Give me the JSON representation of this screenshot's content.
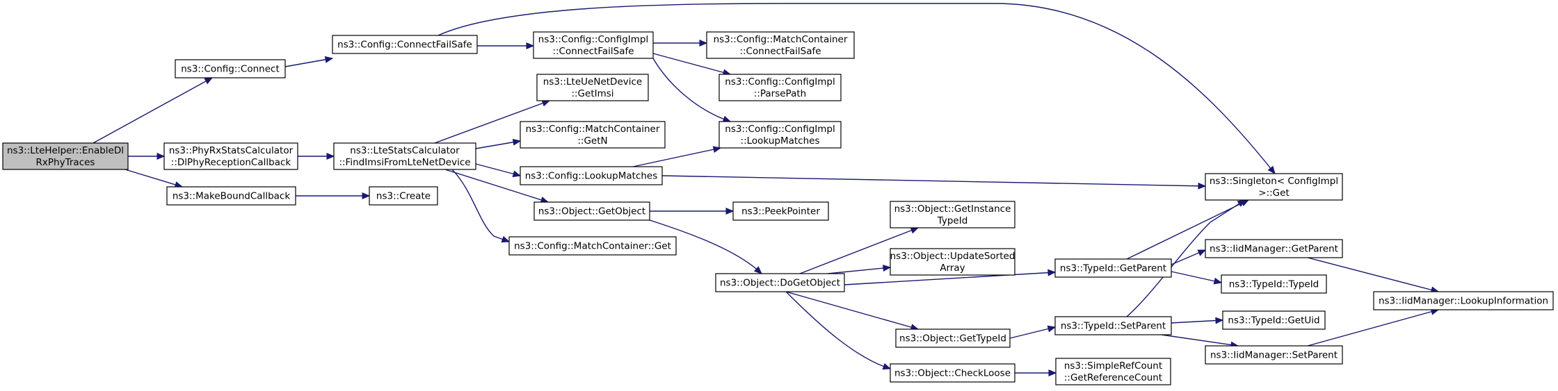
{
  "nodes": [
    {
      "id": "n0",
      "lines": [
        "ns3::LteHelper::EnableDl",
        "RxPhyTraces"
      ],
      "root": true
    },
    {
      "id": "n1",
      "lines": [
        "ns3::Config::Connect"
      ]
    },
    {
      "id": "n2",
      "lines": [
        "ns3::PhyRxStatsCalculator",
        "::DlPhyReceptionCallback"
      ]
    },
    {
      "id": "n3",
      "lines": [
        "ns3::MakeBoundCallback"
      ]
    },
    {
      "id": "n4",
      "lines": [
        "ns3::Config::ConnectFailSafe"
      ]
    },
    {
      "id": "n5",
      "lines": [
        "ns3::Config::ConfigImpl",
        "::ConnectFailSafe"
      ]
    },
    {
      "id": "n6",
      "lines": [
        "ns3::Config::MatchContainer",
        "::ConnectFailSafe"
      ]
    },
    {
      "id": "n7",
      "lines": [
        "ns3::Config::ConfigImpl",
        "::ParsePath"
      ]
    },
    {
      "id": "n8",
      "lines": [
        "ns3::Config::ConfigImpl",
        "::LookupMatches"
      ]
    },
    {
      "id": "n9",
      "lines": [
        "ns3::Singleton< ConfigImpl",
        " >::Get"
      ]
    },
    {
      "id": "n10",
      "lines": [
        "ns3::LteStatsCalculator",
        "::FindImsiFromLteNetDevice"
      ]
    },
    {
      "id": "n11",
      "lines": [
        "ns3::LteUeNetDevice",
        "::GetImsi"
      ]
    },
    {
      "id": "n12",
      "lines": [
        "ns3::Config::MatchContainer",
        "::GetN"
      ]
    },
    {
      "id": "n13",
      "lines": [
        "ns3::Config::LookupMatches"
      ]
    },
    {
      "id": "n14",
      "lines": [
        "ns3::Object::GetObject"
      ]
    },
    {
      "id": "n15",
      "lines": [
        "ns3::Config::MatchContainer::Get"
      ]
    },
    {
      "id": "n16",
      "lines": [
        "ns3::Create"
      ]
    },
    {
      "id": "n17",
      "lines": [
        "ns3::PeekPointer"
      ]
    },
    {
      "id": "n18",
      "lines": [
        "ns3::Object::DoGetObject"
      ]
    },
    {
      "id": "n19",
      "lines": [
        "ns3::Object::GetInstance",
        "TypeId"
      ]
    },
    {
      "id": "n20",
      "lines": [
        "ns3::Object::UpdateSorted",
        "Array"
      ]
    },
    {
      "id": "n21",
      "lines": [
        "ns3::Object::GetTypeId"
      ]
    },
    {
      "id": "n22",
      "lines": [
        "ns3::Object::CheckLoose"
      ]
    },
    {
      "id": "n23",
      "lines": [
        "ns3::TypeId::GetParent"
      ]
    },
    {
      "id": "n24",
      "lines": [
        "ns3::TypeId::SetParent"
      ]
    },
    {
      "id": "n25",
      "lines": [
        "ns3::SimpleRefCount",
        "::GetReferenceCount"
      ]
    },
    {
      "id": "n26",
      "lines": [
        "ns3::IidManager::GetParent"
      ]
    },
    {
      "id": "n27",
      "lines": [
        "ns3::TypeId::TypeId"
      ]
    },
    {
      "id": "n28",
      "lines": [
        "ns3::TypeId::GetUid"
      ]
    },
    {
      "id": "n29",
      "lines": [
        "ns3::IidManager::SetParent"
      ]
    },
    {
      "id": "n30",
      "lines": [
        "ns3::IidManager::LookupInformation"
      ]
    }
  ],
  "edges": [
    {
      "from": "n0",
      "to": "n1"
    },
    {
      "from": "n0",
      "to": "n2"
    },
    {
      "from": "n0",
      "to": "n3"
    },
    {
      "from": "n1",
      "to": "n4"
    },
    {
      "from": "n4",
      "to": "n5"
    },
    {
      "from": "n4",
      "to": "n9"
    },
    {
      "from": "n5",
      "to": "n6"
    },
    {
      "from": "n5",
      "to": "n7"
    },
    {
      "from": "n5",
      "to": "n8"
    },
    {
      "from": "n2",
      "to": "n10"
    },
    {
      "from": "n10",
      "to": "n11"
    },
    {
      "from": "n10",
      "to": "n12"
    },
    {
      "from": "n10",
      "to": "n13"
    },
    {
      "from": "n10",
      "to": "n14"
    },
    {
      "from": "n10",
      "to": "n15"
    },
    {
      "from": "n13",
      "to": "n8"
    },
    {
      "from": "n13",
      "to": "n9"
    },
    {
      "from": "n3",
      "to": "n16"
    },
    {
      "from": "n14",
      "to": "n17"
    },
    {
      "from": "n14",
      "to": "n18"
    },
    {
      "from": "n18",
      "to": "n19"
    },
    {
      "from": "n18",
      "to": "n20"
    },
    {
      "from": "n18",
      "to": "n23"
    },
    {
      "from": "n18",
      "to": "n21"
    },
    {
      "from": "n18",
      "to": "n22"
    },
    {
      "from": "n23",
      "to": "n9"
    },
    {
      "from": "n23",
      "to": "n26"
    },
    {
      "from": "n23",
      "to": "n27"
    },
    {
      "from": "n21",
      "to": "n24"
    },
    {
      "from": "n24",
      "to": "n9"
    },
    {
      "from": "n24",
      "to": "n28"
    },
    {
      "from": "n24",
      "to": "n29"
    },
    {
      "from": "n22",
      "to": "n25"
    },
    {
      "from": "n26",
      "to": "n30"
    },
    {
      "from": "n29",
      "to": "n30"
    }
  ]
}
